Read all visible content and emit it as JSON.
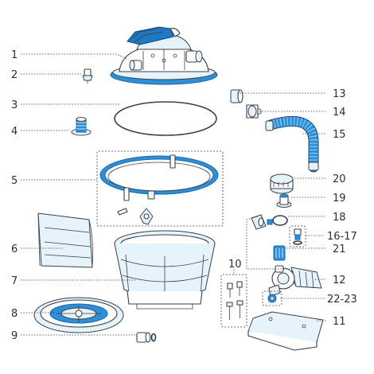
{
  "colors": {
    "accent_blue": "#2f8fd6",
    "line": "#39404a",
    "fill_light": "#e6f3fb"
  },
  "left_labels": [
    {
      "key": "1",
      "text": "1"
    },
    {
      "key": "2",
      "text": "2"
    },
    {
      "key": "3",
      "text": "3"
    },
    {
      "key": "4",
      "text": "4"
    },
    {
      "key": "5",
      "text": "5"
    },
    {
      "key": "6",
      "text": "6"
    },
    {
      "key": "7",
      "text": "7"
    },
    {
      "key": "8",
      "text": "8"
    },
    {
      "key": "9",
      "text": "9"
    },
    {
      "key": "10",
      "text": "10"
    }
  ],
  "right_labels": [
    {
      "key": "11",
      "text": "11"
    },
    {
      "key": "12",
      "text": "12"
    },
    {
      "key": "13",
      "text": "13"
    },
    {
      "key": "14",
      "text": "14"
    },
    {
      "key": "15",
      "text": "15"
    },
    {
      "key": "16-17",
      "text": "16-17"
    },
    {
      "key": "18",
      "text": "18"
    },
    {
      "key": "19",
      "text": "19"
    },
    {
      "key": "20",
      "text": "20"
    },
    {
      "key": "21",
      "text": "21"
    },
    {
      "key": "22-23",
      "text": "22-23"
    }
  ]
}
